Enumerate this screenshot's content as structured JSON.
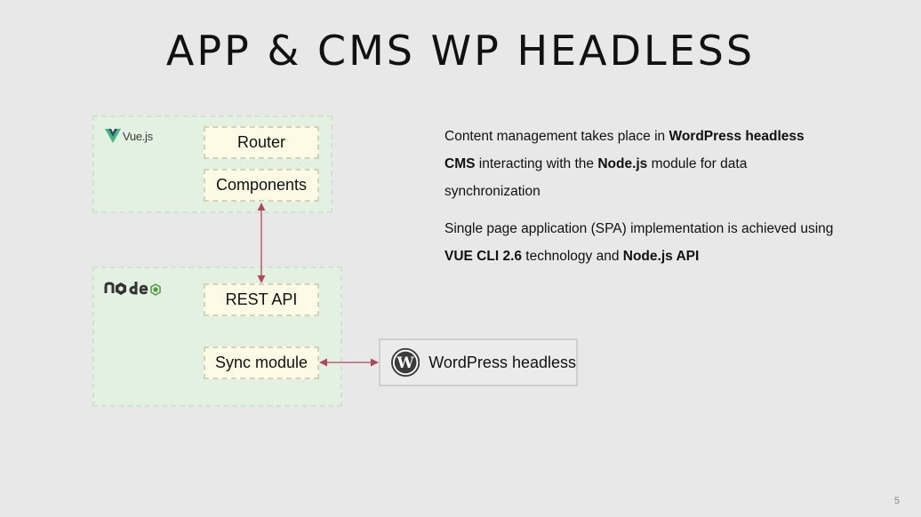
{
  "slide": {
    "title": "APP & CMS WP HEADLESS",
    "page_number": "5"
  },
  "diagram": {
    "vue_group": {
      "logo_text": "Vue.js",
      "modules": [
        "Router",
        "Components"
      ]
    },
    "node_group": {
      "logo_text": "node",
      "modules": [
        "REST API",
        "Sync module"
      ]
    },
    "external": {
      "label": "WordPress headless",
      "icon": "wordpress-icon"
    },
    "connector_color": "#b0485a"
  },
  "description": {
    "paragraph_1": [
      {
        "text": "Content management takes place in ",
        "bold": false
      },
      {
        "text": "WordPress headless CMS",
        "bold": true
      },
      {
        "text": " interacting with the ",
        "bold": false
      },
      {
        "text": "Node.js",
        "bold": true
      },
      {
        "text": " module for data synchronization",
        "bold": false
      }
    ],
    "paragraph_2": [
      {
        "text": "Single page application (SPA) implementation is achieved using ",
        "bold": false
      },
      {
        "text": "VUE CLI 2.6",
        "bold": true
      },
      {
        "text": " technology and ",
        "bold": false
      },
      {
        "text": "Node.js API",
        "bold": true
      }
    ]
  },
  "colors": {
    "group_background": "#e3f1e3",
    "module_background": "#fdfbe5",
    "vue_green": "#41b883",
    "vue_dark": "#35495e",
    "node_green": "#539e43"
  }
}
